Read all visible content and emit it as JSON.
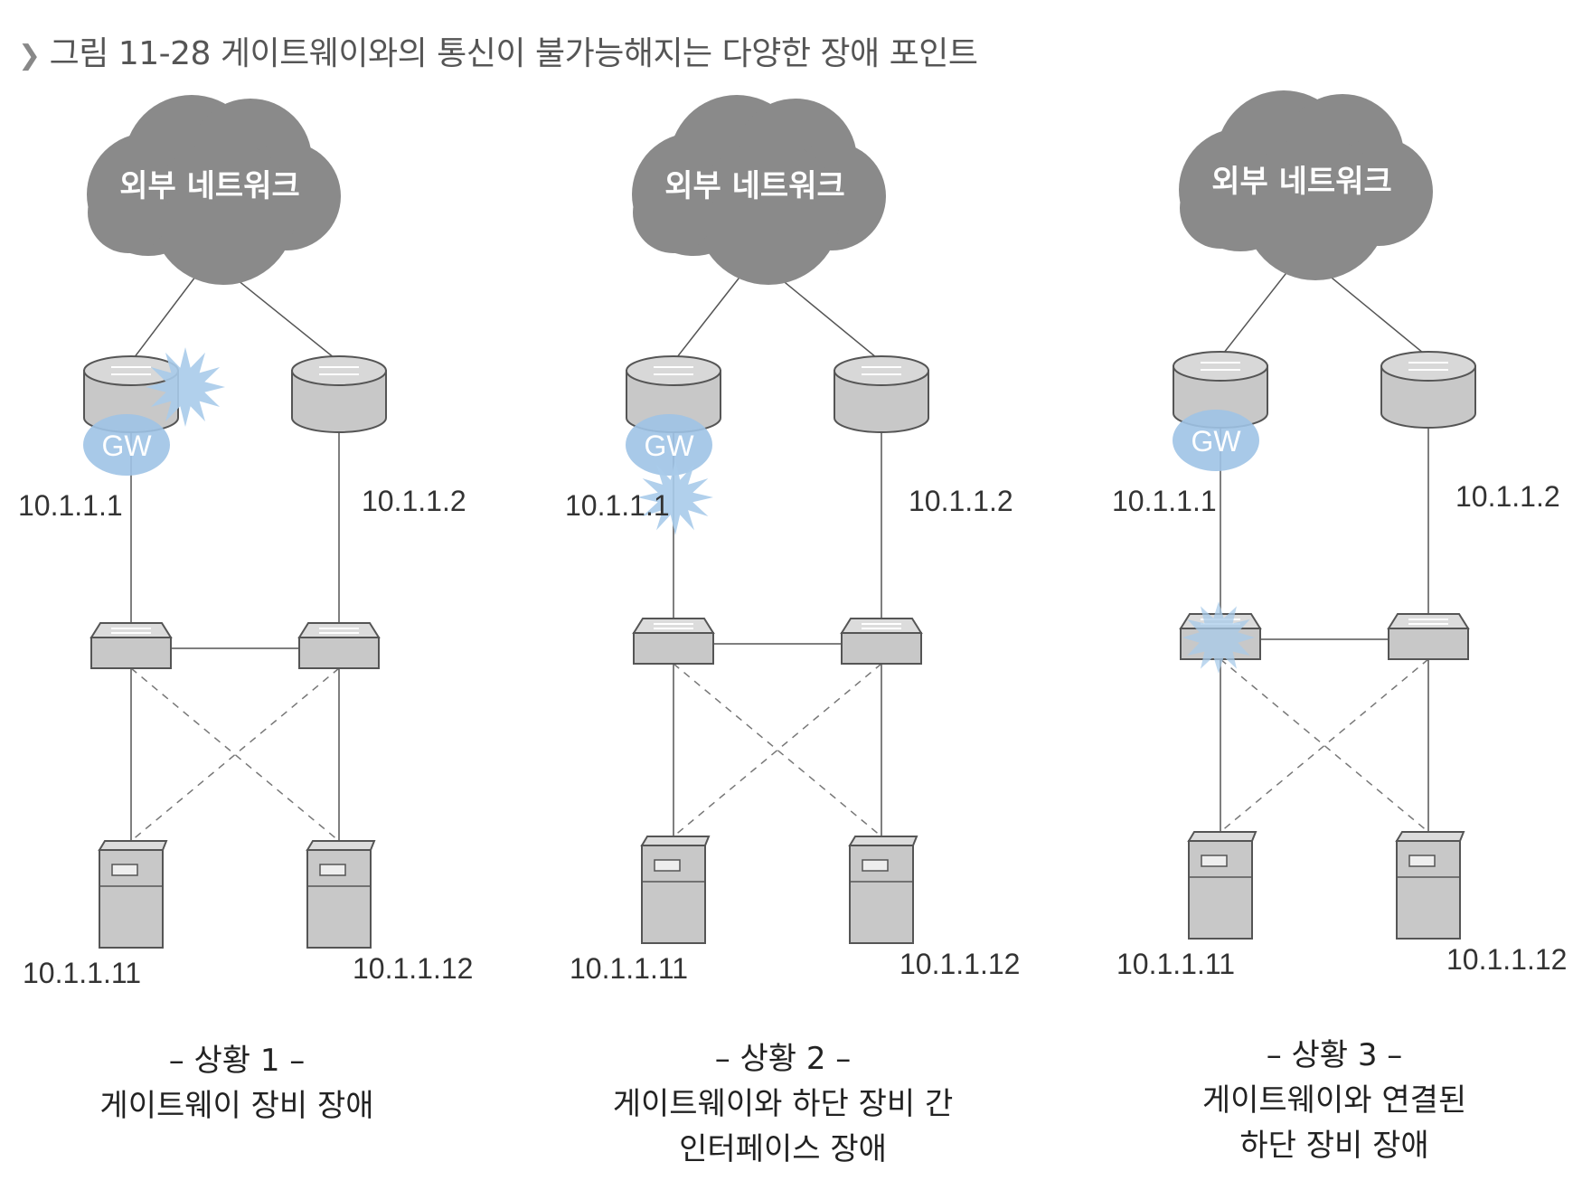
{
  "title": "그림 11-28  게이트웨이와의 통신이 불가능해지는 다양한 장애 포인트",
  "colors": {
    "cloud": "#8a8a8a",
    "device": "#c8c8c8",
    "device_stroke": "#555555",
    "gw": "#9fc3e6",
    "fault": "#a8cbea"
  },
  "panels": [
    {
      "cloud_label": "외부 네트워크",
      "gw_label": "GW",
      "ip_gw1": "10.1.1.1",
      "ip_gw2": "10.1.1.2",
      "ip_srv1": "10.1.1.11",
      "ip_srv2": "10.1.1.12",
      "caption_line1": "– 상황 1 –",
      "caption_line2": "게이트웨이 장비 장애",
      "caption_line3": ""
    },
    {
      "cloud_label": "외부 네트워크",
      "gw_label": "GW",
      "ip_gw1": "10.1.1.1",
      "ip_gw2": "10.1.1.2",
      "ip_srv1": "10.1.1.11",
      "ip_srv2": "10.1.1.12",
      "caption_line1": "– 상황 2 –",
      "caption_line2": "게이트웨이와 하단 장비 간",
      "caption_line3": "인터페이스 장애"
    },
    {
      "cloud_label": "외부 네트워크",
      "gw_label": "GW",
      "ip_gw1": "10.1.1.1",
      "ip_gw2": "10.1.1.2",
      "ip_srv1": "10.1.1.11",
      "ip_srv2": "10.1.1.12",
      "caption_line1": "– 상황 3 –",
      "caption_line2": "게이트웨이와 연결된",
      "caption_line3": "하단 장비 장애"
    }
  ]
}
